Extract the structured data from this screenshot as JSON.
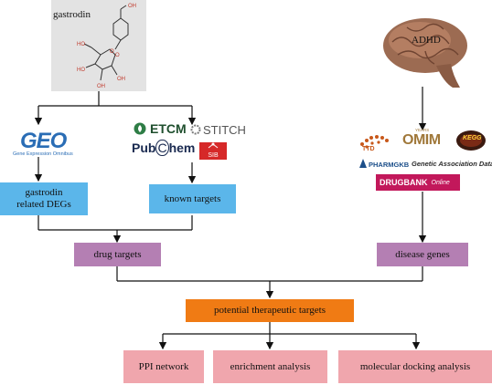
{
  "compound": {
    "label": "gastrodin"
  },
  "disease": {
    "label": "ADHD"
  },
  "logos": {
    "geo": {
      "main": "GEO",
      "sub": "Gene Expression Omnibus"
    },
    "etcm": "ETCM",
    "stitch": "STITCH",
    "pubchem_left": "Pub",
    "pubchem_c": "C",
    "pubchem_right": "hem",
    "sib": "SIB",
    "ttd": "TTD",
    "omim_years": "YEARS",
    "omim_main": "OMIM",
    "kegg": "KEGG",
    "pharmgkb": "PHARMGKB",
    "gad": "Genetic Association Database",
    "drugbank_main": "DRUGBANK",
    "drugbank_sub": "Online"
  },
  "boxes": {
    "gastrodin_degs_line1": "gastrodin",
    "gastrodin_degs_line2": "related DEGs",
    "known_targets": "known targets",
    "drug_targets": "drug targets",
    "disease_genes": "disease genes",
    "potential_targets": "potential therapeutic targets",
    "ppi": "PPI network",
    "enrichment": "enrichment analysis",
    "docking": "molecular docking analysis"
  },
  "colors": {
    "blue": "#5bb6ea",
    "purple": "#b47fb3",
    "orange": "#f07b14",
    "pink": "#f0a6ad"
  }
}
